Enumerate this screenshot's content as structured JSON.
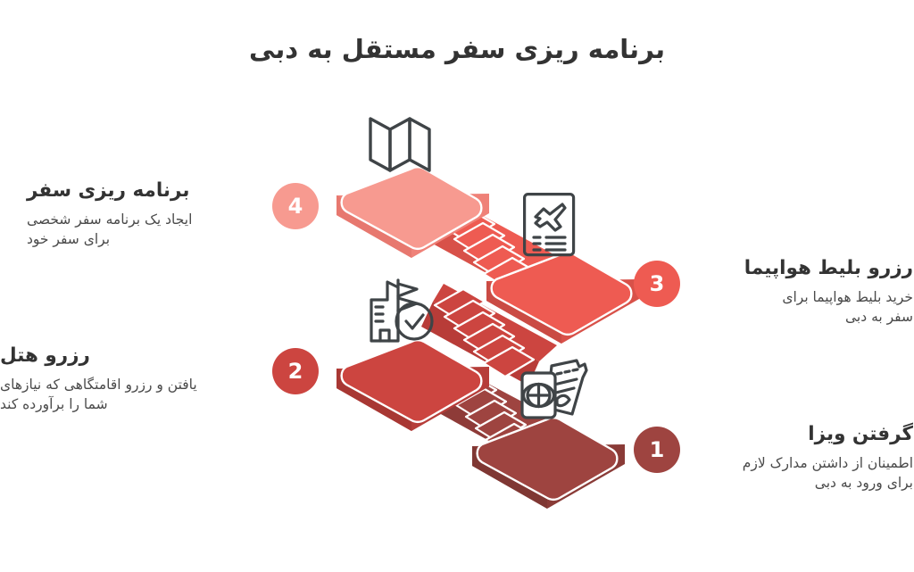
{
  "header": {
    "title": "برنامه ریزی سفر مستقل به دبی"
  },
  "theme": {
    "background": "#FFFFFF",
    "title_color": "#333333",
    "text_color": "#4A4A4A",
    "icon_stroke": "#3F4447",
    "step1_color": "#9E4440",
    "step2_color": "#CC4540",
    "step3_color": "#EE5B52",
    "step4_color": "#F79A90"
  },
  "steps": [
    {
      "number": "1",
      "title": "گرفتن ویزا",
      "description": "اطمینان از داشتن مدارک لازم\nبرای ورود به دبی",
      "desc_line1": "اطمینان از داشتن مدارک لازم",
      "desc_line2": "برای ورود به دبی",
      "color": "#9E4440",
      "side": "right",
      "icon": "passport-ticket-icon"
    },
    {
      "number": "2",
      "title": "رزرو هتل",
      "description": "یافتن و رزرو اقامتگاهی که نیازهای\nشما را برآورده کند",
      "desc_line1": "یافتن و رزرو اقامتگاهی که نیازهای",
      "desc_line2": "شما را برآورده کند",
      "color": "#CC4540",
      "side": "left",
      "icon": "hotel-check-icon"
    },
    {
      "number": "3",
      "title": "رزرو بلیط هواپیما",
      "description": "خرید بلیط هواپیما برای\nسفر به دبی",
      "desc_line1": "خرید بلیط هواپیما برای",
      "desc_line2": "سفر به دبی",
      "color": "#EE5B52",
      "side": "right",
      "icon": "boarding-pass-icon"
    },
    {
      "number": "4",
      "title": "برنامه ریزی سفر",
      "description": "ایجاد یک برنامه سفر شخصی\nبرای سفر خود",
      "desc_line1": "ایجاد یک برنامه سفر شخصی",
      "desc_line2": "برای سفر خود",
      "color": "#F79A90",
      "side": "left",
      "icon": "folded-map-icon"
    }
  ],
  "illustration": {
    "name": "isometric-staircase",
    "platforms": [
      {
        "label": "platform-1-visa",
        "color": "#9E4440"
      },
      {
        "label": "platform-2-hotel",
        "color": "#CC4540"
      },
      {
        "label": "platform-3-flight",
        "color": "#EE5B52"
      },
      {
        "label": "platform-4-itinerary",
        "color": "#F79A90"
      }
    ],
    "staircases": [
      {
        "label": "stairs-1-to-2",
        "color": "#9E4440"
      },
      {
        "label": "stairs-2-to-3",
        "color": "#CC4540"
      },
      {
        "label": "stairs-3-to-4",
        "color": "#EE5B52"
      }
    ]
  }
}
